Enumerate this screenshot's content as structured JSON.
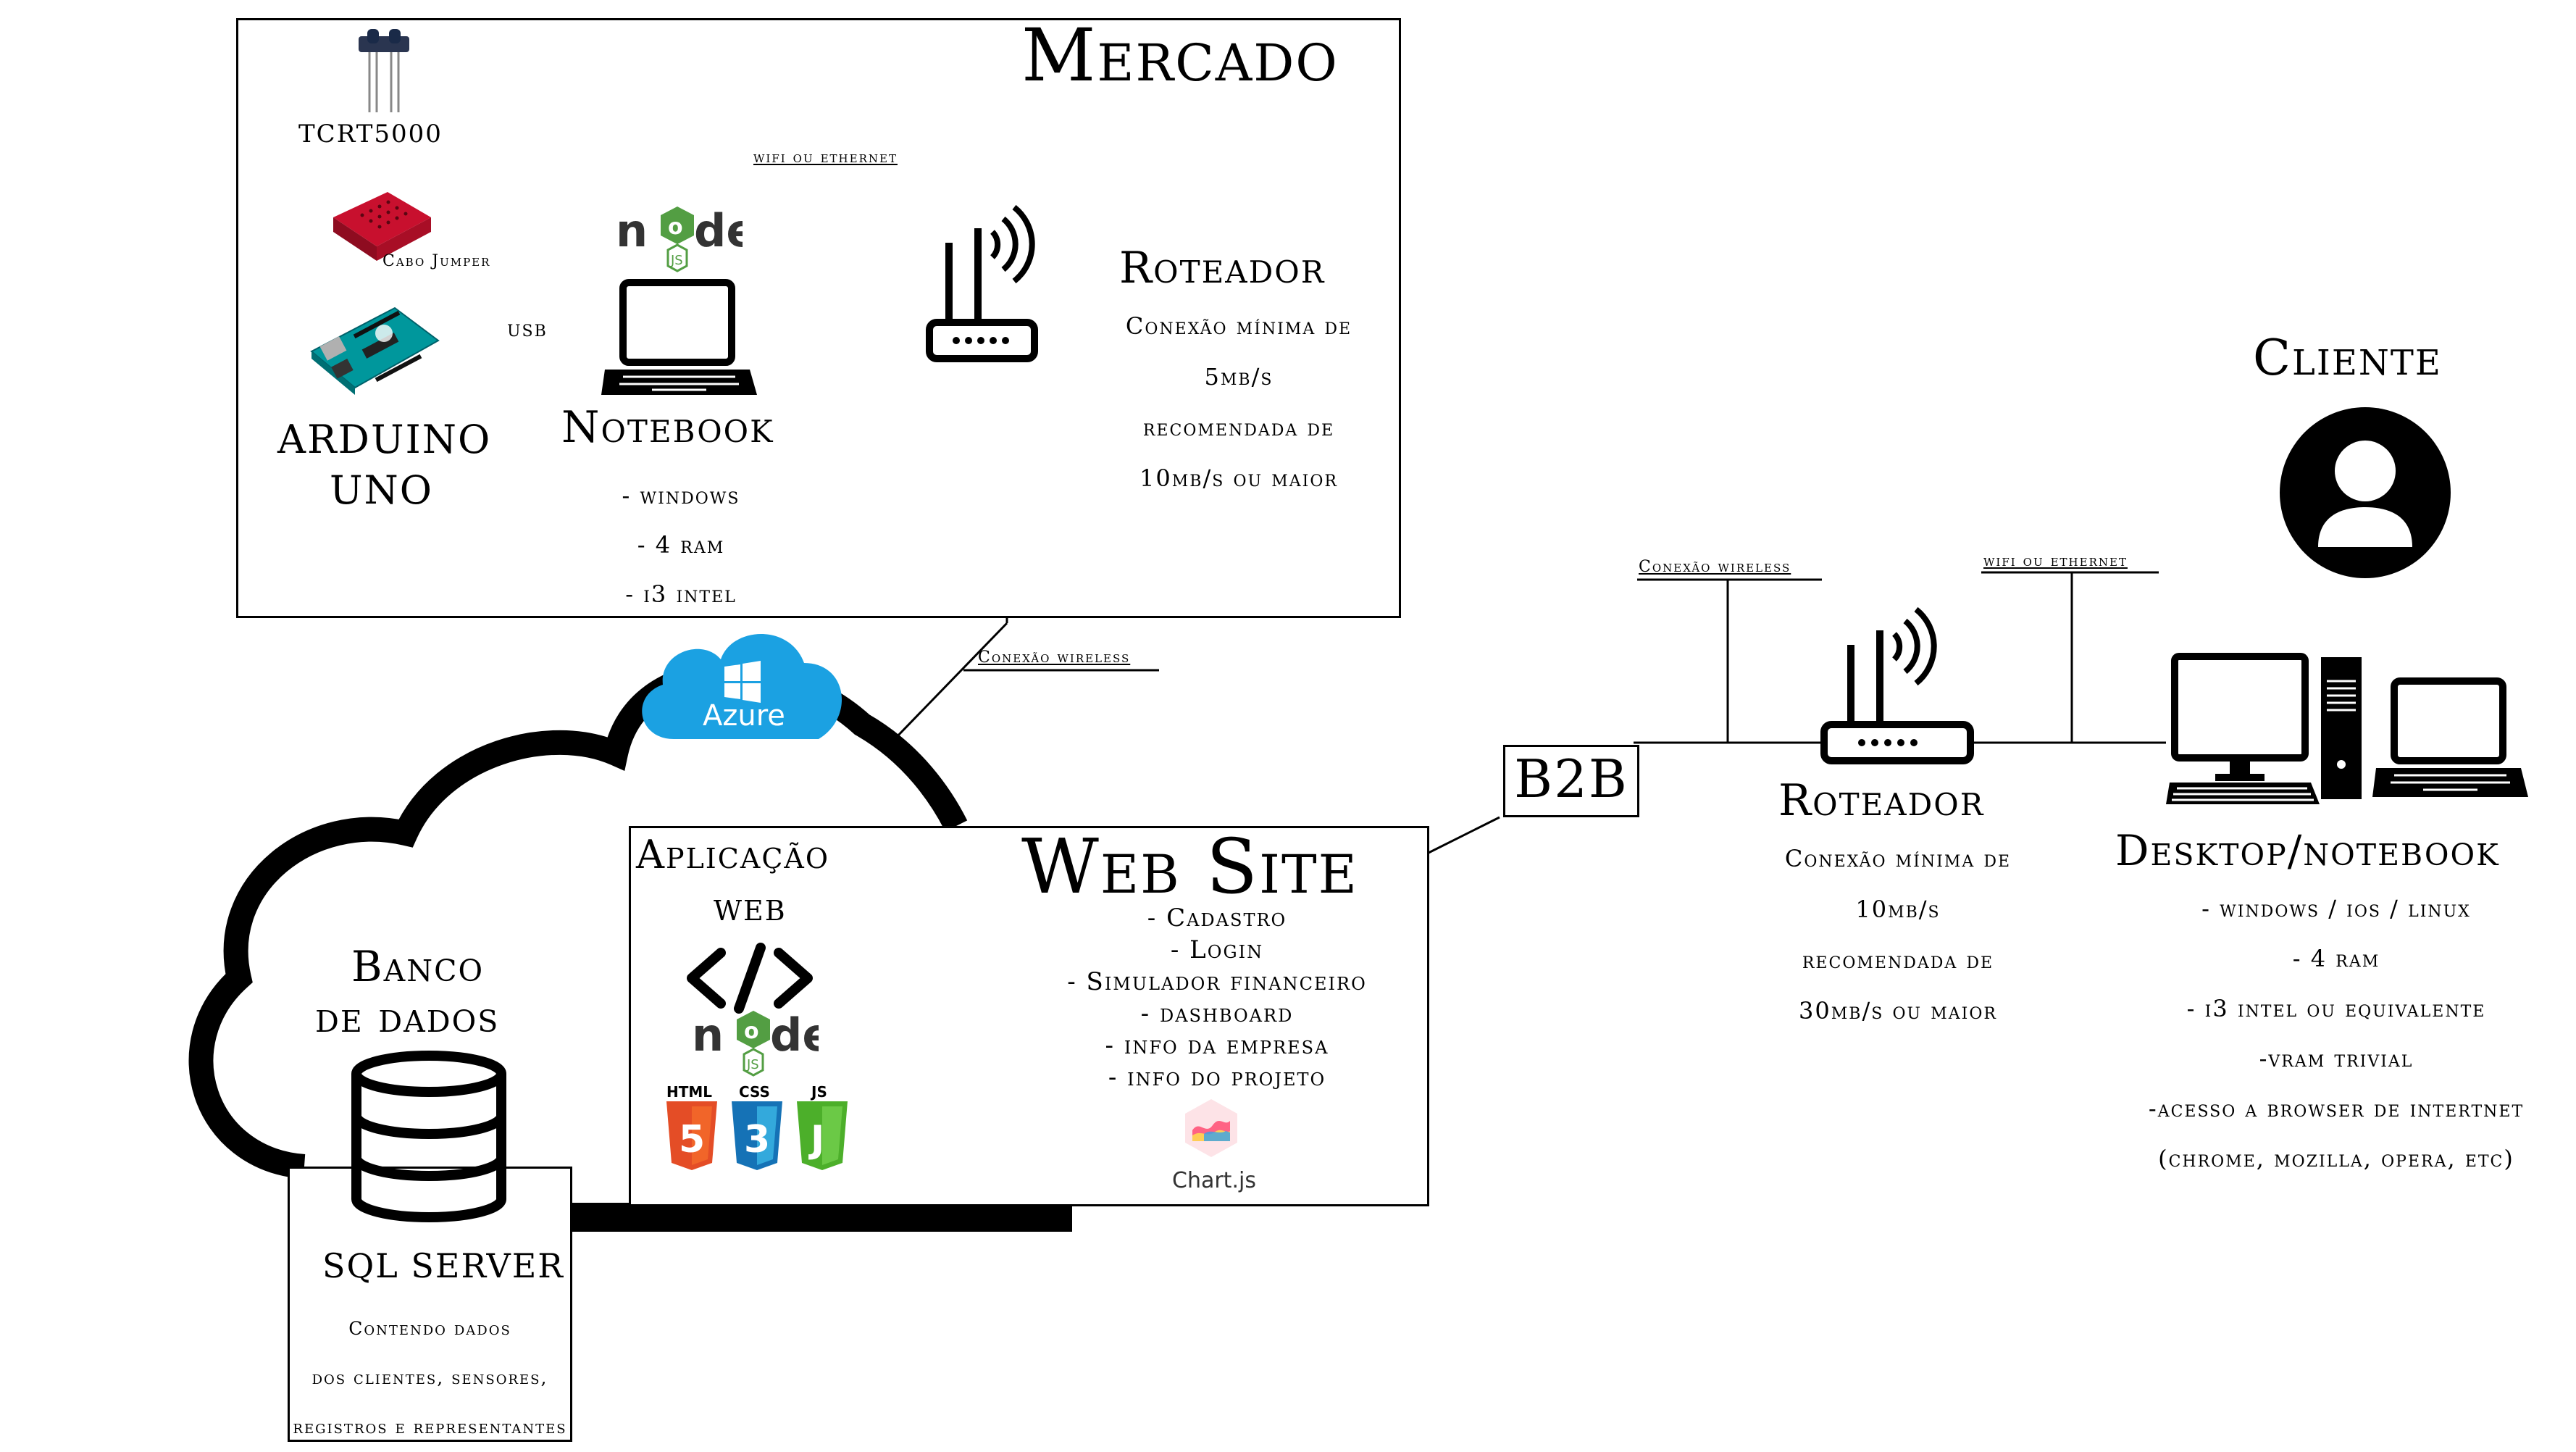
{
  "mercado": {
    "title": "Mercado",
    "sensor_label": "TCRT5000",
    "jumper_label": "Cabo Jumper",
    "usb_label": "USB",
    "wifi_label": "wifi ou ethernet",
    "arduino_label_1": "ARDUINO",
    "arduino_label_2": "UNO",
    "notebook": {
      "title": "Notebook",
      "specs": [
        "- windows",
        "- 4 ram",
        "- i3 intel"
      ]
    },
    "router": {
      "title": "Roteador",
      "specs": [
        "Conexão mínima de",
        "5mb/s",
        "recomendada de",
        "10mb/s ou maior"
      ]
    }
  },
  "cloud": {
    "azure_label": "Azure",
    "wireless_label": "Conexão wireless"
  },
  "database": {
    "title_1": "Banco",
    "title_2": "de dados",
    "server": "SQL SERVER",
    "desc": [
      "Contendo dados",
      "dos clientes, sensores,",
      "registros e representantes"
    ]
  },
  "webapp": {
    "label_1": "Aplicação",
    "label_2": "web",
    "title": "Web Site",
    "features": [
      "- Cadastro",
      "- Login",
      "- Simulador financeiro",
      "- dashboard",
      "- info da empresa",
      "- info do projeto"
    ],
    "tech_labels": {
      "html": "HTML",
      "css": "CSS",
      "js": "JS",
      "chart": "Chart.js"
    }
  },
  "b2b_label": "B2B",
  "client_side": {
    "wireless_label": "Conexão wireless",
    "wifi_label": "wifi ou ethernet",
    "router": {
      "title": "Roteador",
      "specs": [
        "Conexão mínima de",
        "10mb/s",
        "recomendada de",
        "30mb/s ou maior"
      ]
    },
    "client_title": "Cliente",
    "devices": {
      "title": "Desktop/notebook",
      "specs": [
        "- windows / ios / linux",
        "- 4 ram",
        "- i3 intel ou equivalente",
        "-vram trivial",
        "-acesso a browser de intertnet",
        "(chrome, mozilla, opera, etc)"
      ]
    }
  },
  "colors": {
    "html5": "#e44d26",
    "css3": "#1572b6",
    "js": "#4caf2a",
    "node_green": "#539e43",
    "azure": "#1ba1e2",
    "breadboard": "#c8102e",
    "arduino": "#00979c"
  }
}
